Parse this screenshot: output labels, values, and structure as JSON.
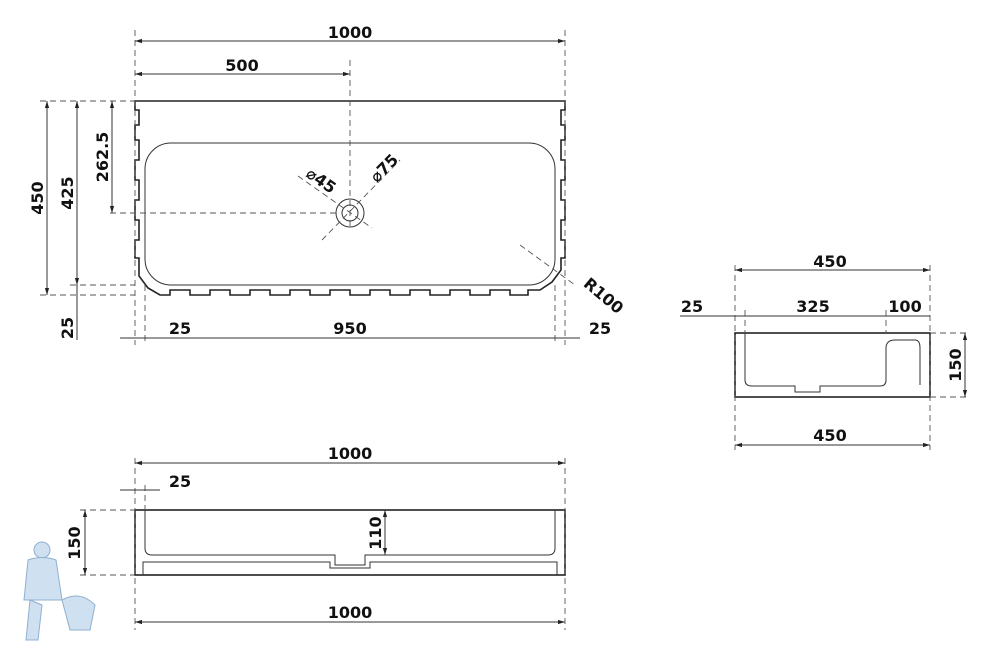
{
  "top_view": {
    "overall_width": "1000",
    "drain_offset": "500",
    "overall_depth": "450",
    "basin_depth": "425",
    "drain_center": "262.5",
    "rim_bottom": "25",
    "rim_left": "25",
    "basin_width": "950",
    "rim_right": "25",
    "drain_diameter": "⌀45",
    "flange_diameter": "⌀75",
    "corner_radius": "R100"
  },
  "side_view": {
    "overall_width_top": "450",
    "wall": "25",
    "basin": "325",
    "shelf": "100",
    "height": "150",
    "overall_width_bottom": "450"
  },
  "front_view": {
    "overall_width_top": "1000",
    "wall": "25",
    "height": "150",
    "basin_depth": "110",
    "overall_width_bottom": "1000"
  }
}
